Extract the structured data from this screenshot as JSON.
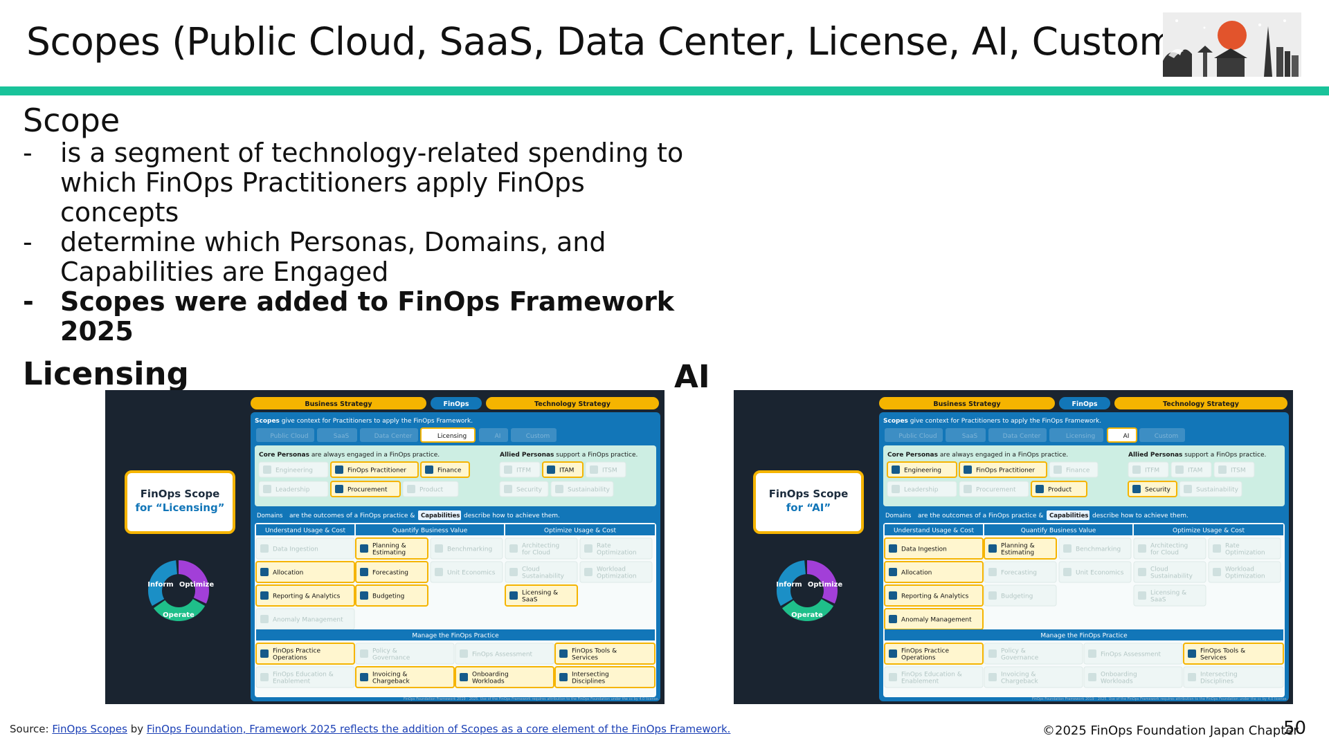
{
  "title": "Scopes (Public Cloud, SaaS, Data Center, License, AI, Custom)",
  "scope_heading": "Scope",
  "bullets": [
    {
      "text": "is a segment of technology-related spending to which FinOps Practitioners apply FinOps concepts",
      "bold": false
    },
    {
      "text": "determine which Personas, Domains, and Capabilities are Engaged",
      "bold": false
    },
    {
      "text": "Scopes were added to FinOps Framework 2025",
      "bold": true
    }
  ],
  "licensing_heading": "Licensing",
  "ai_heading": "AI",
  "colors": {
    "accent": "#19c39a",
    "panel_bg": "#1a2430",
    "header_gold": "#f5b400",
    "frame_blue": "#1276b8",
    "mint": "#cdeee3",
    "active_yellow": "#ffe17a",
    "inactive": "#e9f3f1"
  },
  "framework": {
    "business_strategy": "Business Strategy",
    "finops": "FinOps",
    "technology_strategy": "Technology Strategy",
    "scopes_intro_bold": "Scopes",
    "scopes_intro_rest": " give context for Practitioners to apply the FinOps Framework.",
    "scope_tabs": [
      "Public Cloud",
      "SaaS",
      "Data Center",
      "Licensing",
      "AI",
      "Custom"
    ],
    "core_label_bold": "Core Personas",
    "core_label_rest": " are always engaged in a FinOps practice.",
    "allied_label_bold": "Allied Personas",
    "allied_label_rest": " support a FinOps practice.",
    "core_personas": [
      "Engineering",
      "FinOps Practitioner",
      "Finance",
      "Leadership",
      "Procurement",
      "Product"
    ],
    "allied_personas": [
      "ITFM",
      "ITAM",
      "ITSM",
      "Security",
      "Sustainability"
    ],
    "domains_bold": "Domains",
    "domains_mid": " are the outcomes of a FinOps practice & ",
    "capabilities_bold": "Capabilities",
    "capabilities_rest": " describe how to achieve them.",
    "domains": [
      "Understand Usage & Cost",
      "Quantify Business Value",
      "Optimize Usage & Cost"
    ],
    "understand_caps": [
      "Data Ingestion",
      "Allocation",
      "Reporting & Analytics",
      "Anomaly Management"
    ],
    "quantify_caps": [
      "Planning & Estimating",
      "Benchmarking",
      "Forecasting",
      "Unit Economics",
      "Budgeting"
    ],
    "optimize_caps": [
      "Architecting for Cloud",
      "Rate Optimization",
      "Cloud Sustainability",
      "Workload Optimization",
      "Licensing & SaaS"
    ],
    "manage_label": "Manage the FinOps Practice",
    "manage_caps": [
      "FinOps Practice Operations",
      "Policy & Governance",
      "FinOps Assessment",
      "FinOps Tools & Services",
      "FinOps Education & Enablement",
      "Invoicing & Chargeback",
      "Onboarding Workloads",
      "Intersecting Disciplines"
    ],
    "footnote": "FinOps Foundation Framework 2019 - 2025. Use of the FinOps Framework requires attribution to the FinOps Foundation under the cc by 4.0 license.",
    "cycle": [
      "Inform",
      "Optimize",
      "Operate"
    ]
  },
  "panels": [
    {
      "scope_line1": "FinOps Scope",
      "scope_line2": "for “Licensing”",
      "active_tab": 3,
      "active_core": [
        1,
        2,
        4
      ],
      "active_allied": [
        1
      ],
      "active_understand": [
        1,
        2
      ],
      "active_quantify": [
        0,
        2,
        4
      ],
      "active_optimize": [
        4
      ],
      "active_manage": [
        0,
        3,
        5,
        6,
        7
      ]
    },
    {
      "scope_line1": "FinOps Scope",
      "scope_line2": "for “AI”",
      "active_tab": 4,
      "active_core": [
        0,
        1,
        5
      ],
      "active_allied": [
        3
      ],
      "active_understand": [
        0,
        1,
        2,
        3
      ],
      "active_quantify": [
        0
      ],
      "active_optimize": [],
      "active_manage": [
        0,
        3
      ]
    }
  ],
  "source": {
    "label": "Source: ",
    "link1": "FinOps Scopes",
    "by": " by ",
    "link2": "FinOps Foundation, Framework 2025 reflects the addition of Scopes as a core element of the FinOps Framework."
  },
  "copyright": "©2025 FinOps Foundation Japan Chapter",
  "page_number": "50"
}
